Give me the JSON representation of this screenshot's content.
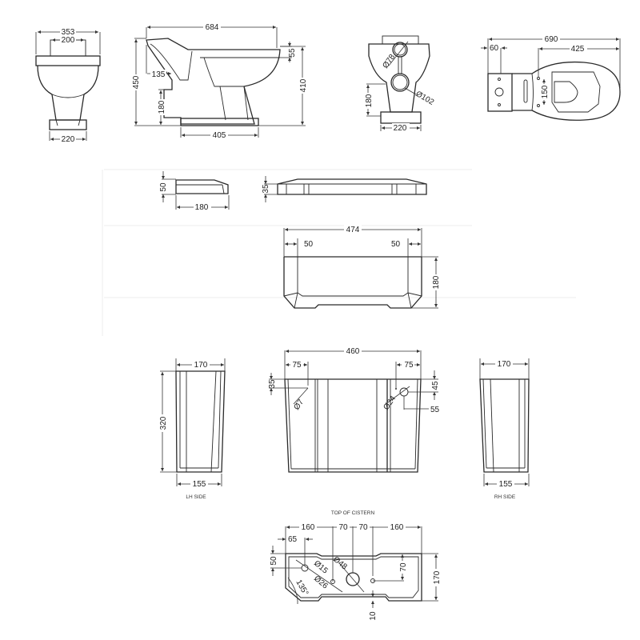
{
  "pan_front": {
    "overall_width": "353",
    "top_width": "200",
    "base_width": "220"
  },
  "pan_side": {
    "overall_length": "684",
    "rim_height": "55",
    "height_rear": "450",
    "height_front": "410",
    "outlet_setback": "135",
    "outlet_height": "180",
    "base_length": "405"
  },
  "pan_rear": {
    "inlet_diameter": "Ø78",
    "outlet_diameter": "Ø102",
    "outlet_height": "180",
    "base_width": "220"
  },
  "pan_plan": {
    "overall_length": "690",
    "cistern_offset": "60",
    "seat_length": "425",
    "hinge_spacing": "150"
  },
  "cistern_lid": {
    "side_height": "50",
    "side_depth": "180",
    "front_height": "35"
  },
  "cistern_front_top": {
    "overall_width": "474",
    "left_inset": "50",
    "right_inset": "50",
    "height": "180"
  },
  "cistern_body": {
    "overall_width": "460",
    "left_hole_offset": "75",
    "right_hole_offset": "75",
    "left_hole_drop": "35",
    "left_hole_diameter": "Ø7",
    "right_hole_diameter": "Ø24",
    "right_hole_drop": "45",
    "right_hole_inset": "55"
  },
  "lh_side": {
    "top_width": "170",
    "height": "320",
    "base_width": "155",
    "caption": "LH SIDE"
  },
  "rh_side": {
    "top_width": "170",
    "base_width": "155",
    "caption": "RH SIDE"
  },
  "cistern_top": {
    "caption": "TOP OF CISTERN",
    "seg_1": "160",
    "seg_2": "70",
    "seg_3": "70",
    "seg_4": "160",
    "hole_offset": "65",
    "hole_depth": "50",
    "small_hole": "Ø15",
    "medium_hole": "Ø26",
    "large_hole": "Ø48",
    "angle": "135°",
    "right_hole_depth": "70",
    "depth": "170",
    "front_gap": "10"
  }
}
